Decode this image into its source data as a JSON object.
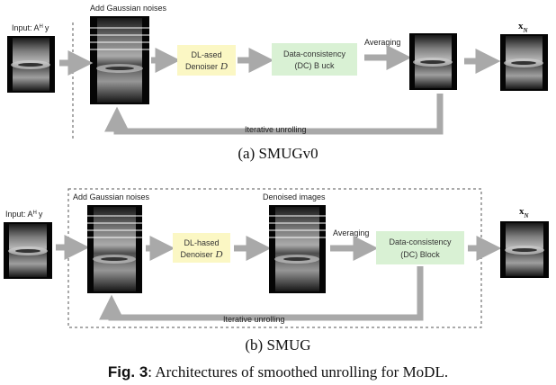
{
  "colors": {
    "arrow": "#a9a9a9",
    "denoiser_fill": "#fbf7c4",
    "dc_fill": "#d9f1d4",
    "dashed": "#555555"
  },
  "top": {
    "input_label": "Input: A",
    "input_sup": "H",
    "input_y": "y",
    "noise_label": "Add Gaussian noises",
    "denoiser_line1": "DL-ased",
    "denoiser_line2": "Denoiser",
    "denoiser_sym": "D",
    "dc_line1": "Data-consistency",
    "dc_line2": "(DC) B uck",
    "averaging_label": "Averaging",
    "output_label": "x",
    "output_sub": "N",
    "loop_label": "Iterative unrolling",
    "caption": "(a) SMUGv0"
  },
  "bottom": {
    "input_label": "Input: A",
    "input_sup": "H",
    "input_y": "y",
    "noise_label": "Add Gaussian noises",
    "denoiser_line1": "DL-hased",
    "denoiser_line2": "Denoiser",
    "denoiser_sym": "D",
    "denoised_label": "Denoised images",
    "averaging_label": "Averaging",
    "dc_line1": "Data-consistency",
    "dc_line2": "(DC) Block",
    "output_label": "x",
    "output_sub": "N",
    "loop_label": "Iterative unrolling",
    "caption": "(b) SMUG"
  },
  "figure_caption": {
    "prefix": "Fig. 3",
    "text": ": Architectures of smoothed unrolling for MoDL."
  }
}
